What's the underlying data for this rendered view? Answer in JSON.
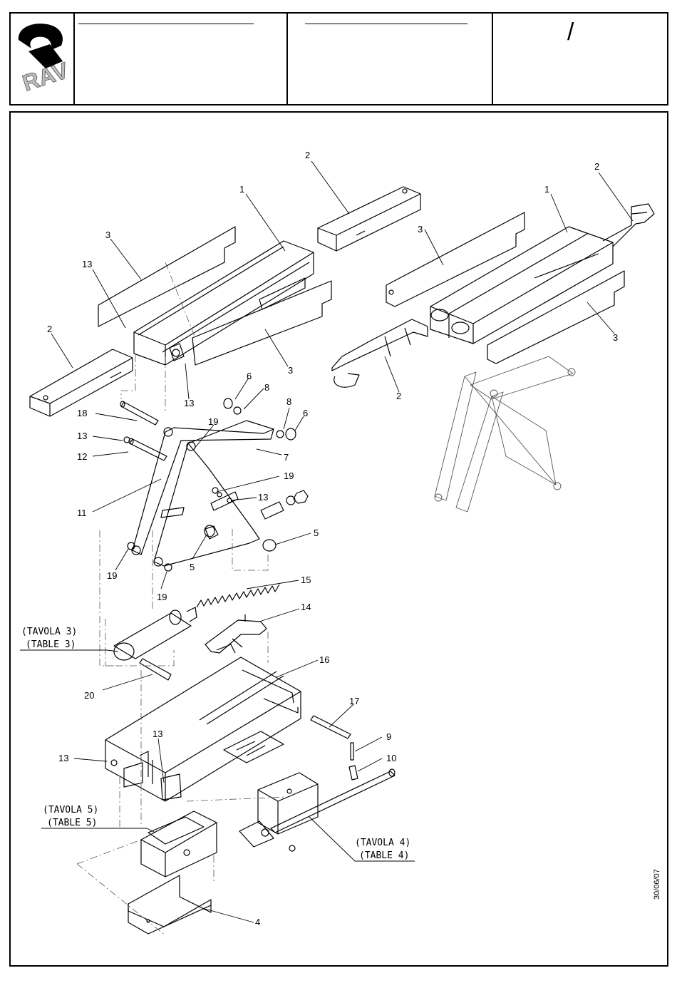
{
  "header": {
    "logo_text": "RAV",
    "sheet_separator": "/"
  },
  "date_stamp": "30/06/07",
  "callouts": [
    {
      "id": "c1a",
      "text": "1"
    },
    {
      "id": "c1b",
      "text": "1"
    },
    {
      "id": "c2a",
      "text": "2"
    },
    {
      "id": "c2b",
      "text": "2"
    },
    {
      "id": "c2c",
      "text": "2"
    },
    {
      "id": "c2d",
      "text": "2"
    },
    {
      "id": "c3a",
      "text": "3"
    },
    {
      "id": "c3b",
      "text": "3"
    },
    {
      "id": "c3c",
      "text": "3"
    },
    {
      "id": "c3d",
      "text": "3"
    },
    {
      "id": "c4",
      "text": "4"
    },
    {
      "id": "c5a",
      "text": "5"
    },
    {
      "id": "c5b",
      "text": "5"
    },
    {
      "id": "c6a",
      "text": "6"
    },
    {
      "id": "c6b",
      "text": "6"
    },
    {
      "id": "c7",
      "text": "7"
    },
    {
      "id": "c8a",
      "text": "8"
    },
    {
      "id": "c8b",
      "text": "8"
    },
    {
      "id": "c9",
      "text": "9"
    },
    {
      "id": "c10",
      "text": "10"
    },
    {
      "id": "c11",
      "text": "11"
    },
    {
      "id": "c12",
      "text": "12"
    },
    {
      "id": "c13a",
      "text": "13"
    },
    {
      "id": "c13b",
      "text": "13"
    },
    {
      "id": "c13c",
      "text": "13"
    },
    {
      "id": "c13d",
      "text": "13"
    },
    {
      "id": "c13e",
      "text": "13"
    },
    {
      "id": "c13f",
      "text": "13"
    },
    {
      "id": "c14",
      "text": "14"
    },
    {
      "id": "c15",
      "text": "15"
    },
    {
      "id": "c16",
      "text": "16"
    },
    {
      "id": "c17",
      "text": "17"
    },
    {
      "id": "c18",
      "text": "18"
    },
    {
      "id": "c19a",
      "text": "19"
    },
    {
      "id": "c19b",
      "text": "19"
    },
    {
      "id": "c19c",
      "text": "19"
    },
    {
      "id": "c19d",
      "text": "19"
    },
    {
      "id": "c20",
      "text": "20"
    }
  ],
  "table_refs": {
    "t3_it": "(TAVOLA 3)",
    "t3_en": "(TABLE 3)",
    "t5_it": "(TAVOLA 5)",
    "t5_en": "(TABLE 5)",
    "t4_it": "(TAVOLA 4)",
    "t4_en": "(TABLE 4)"
  }
}
